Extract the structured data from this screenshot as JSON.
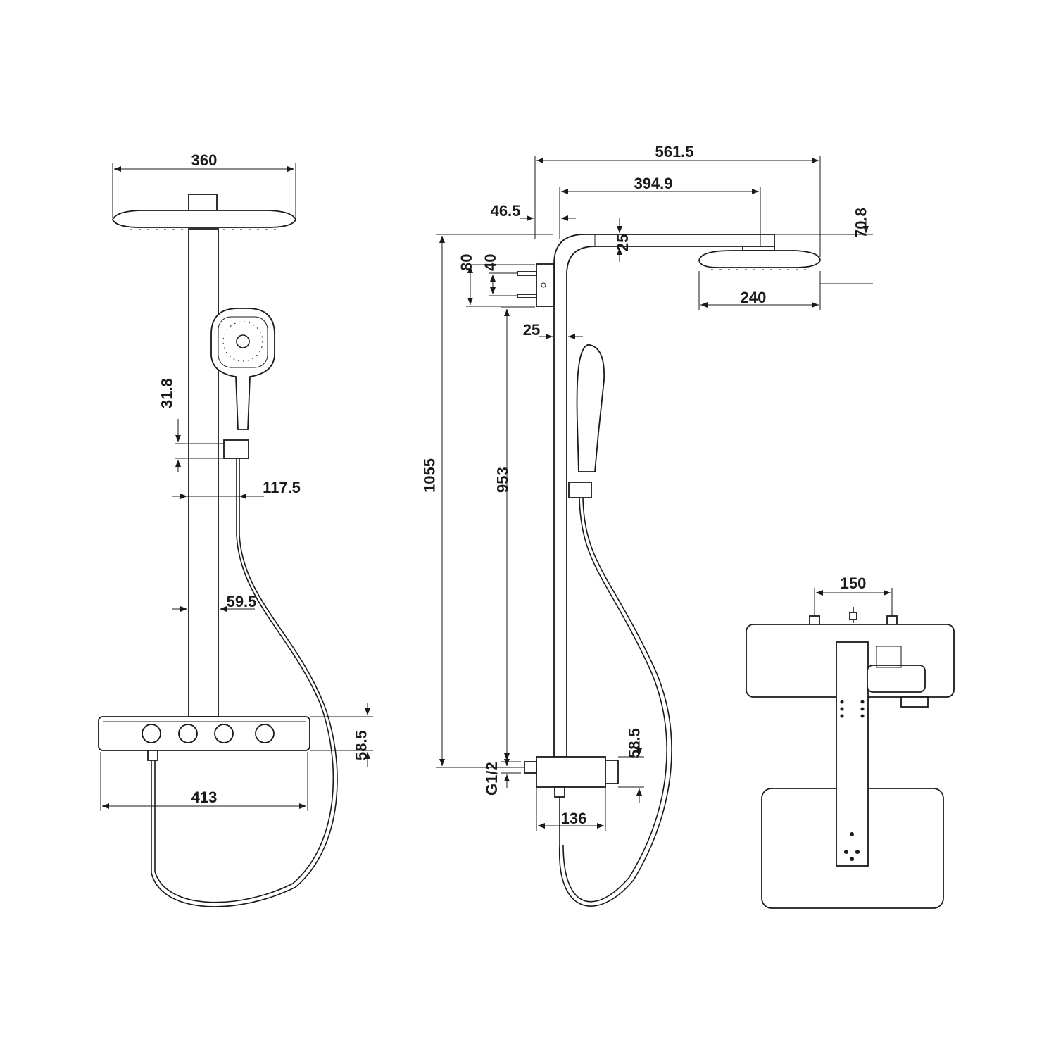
{
  "front_view": {
    "dims": {
      "head_width": "360",
      "hand_bracket": "31.8",
      "hand_offset": "117.5",
      "hose_offset": "59.5",
      "panel_width": "413",
      "panel_height": "58.5"
    }
  },
  "side_view": {
    "dims": {
      "total_reach": "561.5",
      "arm_length": "394.9",
      "wall_offset": "46.5",
      "arm_height": "25",
      "head_height": "70.8",
      "head_diameter": "240",
      "bracket_outer": "80",
      "bracket_inner": "40",
      "pipe_width": "25",
      "total_height": "1055",
      "rail_height": "953",
      "panel_height": "58.5",
      "inlet": "G1/2",
      "panel_depth": "136"
    }
  },
  "top_view": {
    "dims": {
      "inlet_spacing": "150"
    }
  }
}
